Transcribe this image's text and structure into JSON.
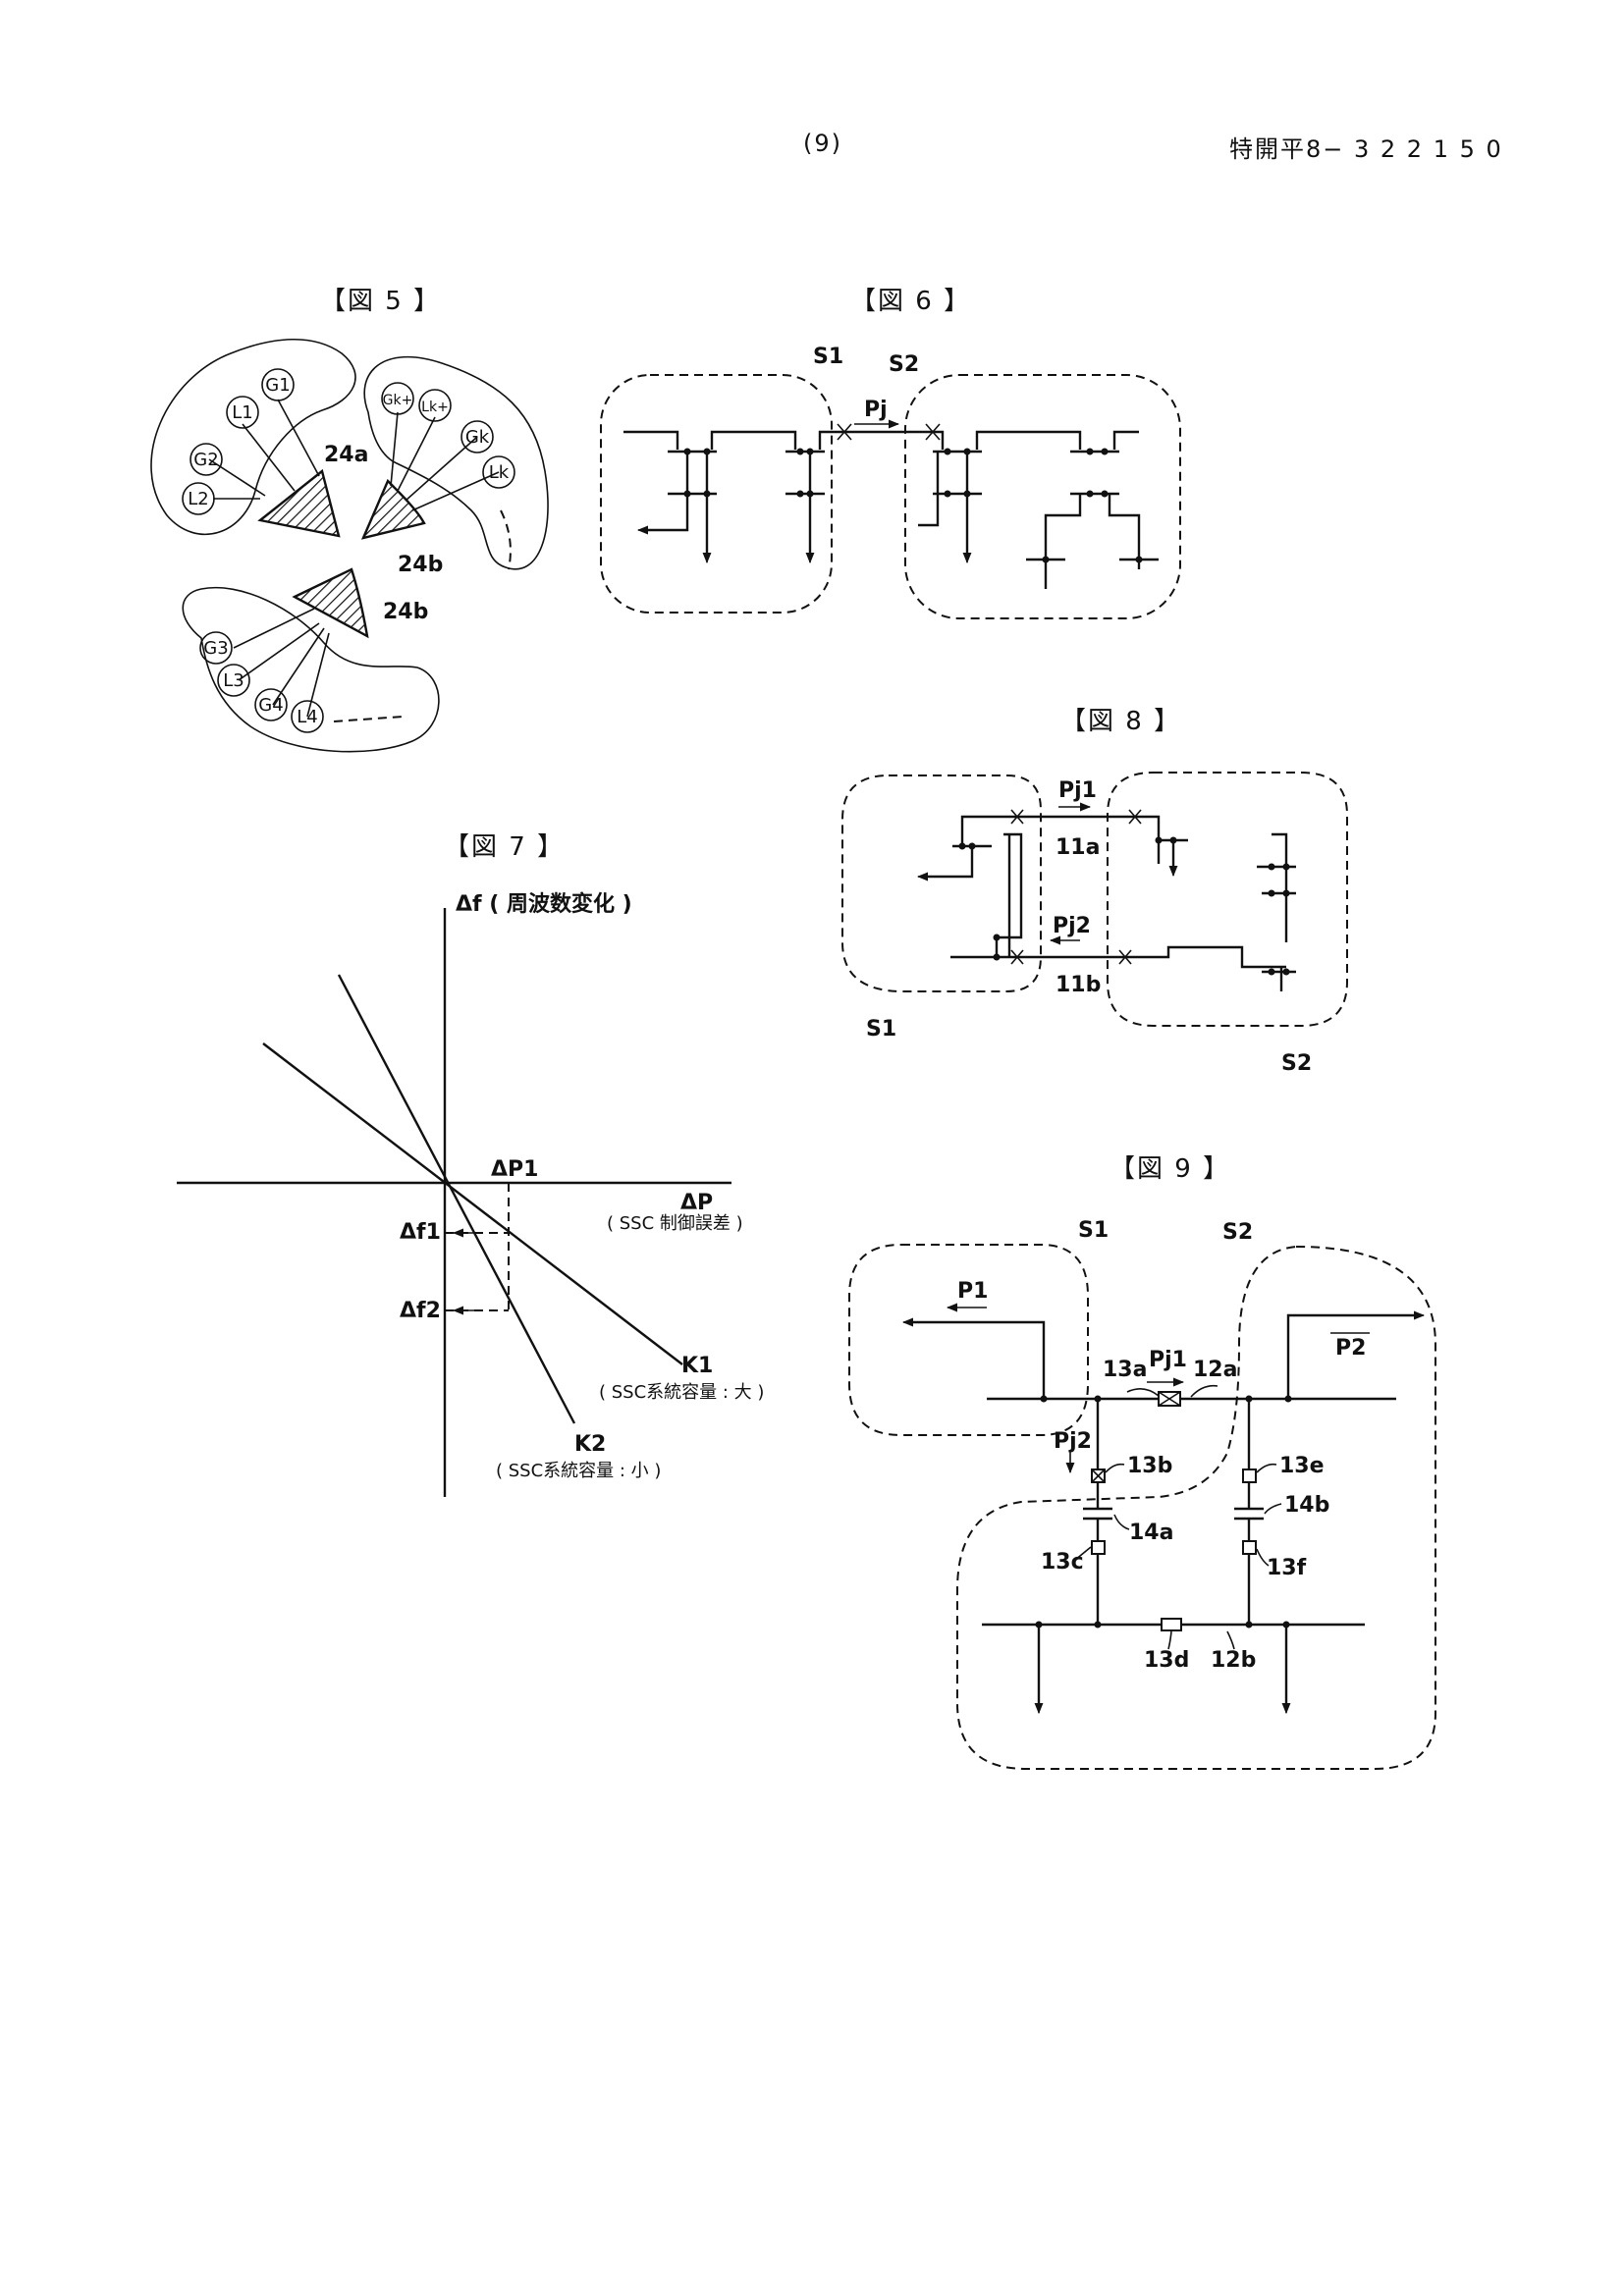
{
  "header": {
    "page_no": "(9)",
    "publication_no": "特開平8− 3 2 2 1 5 0"
  },
  "fig5": {
    "title": "【図 5 】",
    "nodes": [
      "G1",
      "L1",
      "G2",
      "L2",
      "Gk+",
      "Lk+",
      "Gk",
      "Lk",
      "G3",
      "L3",
      "G4",
      "L4"
    ],
    "labels": [
      "24a",
      "24b",
      "24b"
    ]
  },
  "fig6": {
    "title": "【図 6 】",
    "s1": "S1",
    "s2": "S2",
    "flow": "Pj"
  },
  "fig7": {
    "title": "【図 7 】",
    "y_axis": "Δf ( 周波数変化 )",
    "x_axis": "ΔP",
    "x_axis_note": "( SSC 制御誤差 )",
    "dp1": "ΔP1",
    "df1": "Δf1",
    "df2": "Δf2",
    "k1": "K1",
    "k1_note": "( SSC系統容量 : 大 )",
    "k2": "K2",
    "k2_note": "( SSC系統容量 : 小 )"
  },
  "fig8": {
    "title": "【図 8 】",
    "pj1": "Pj1",
    "pj2": "Pj2",
    "l11a": "11a",
    "l11b": "11b",
    "s1": "S1",
    "s2": "S2"
  },
  "fig9": {
    "title": "【図 9 】",
    "s1": "S1",
    "s2": "S2",
    "p1": "P1",
    "p2": "P2",
    "pj1": "Pj1",
    "pj2": "Pj2",
    "l13a": "13a",
    "l12a": "12a",
    "l13b": "13b",
    "l13e": "13e",
    "l14a": "14a",
    "l14b": "14b",
    "l13c": "13c",
    "l13f": "13f",
    "l13d": "13d",
    "l12b": "12b"
  }
}
